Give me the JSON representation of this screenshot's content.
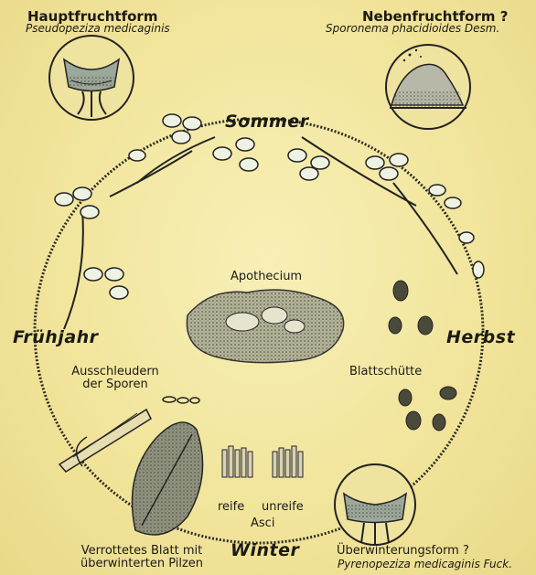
{
  "primary_form": {
    "title": "Hauptfruchtform",
    "species": "Pseudopeziza medicaginis"
  },
  "secondary_form": {
    "title": "Nebenfruchtform ?",
    "species": "Sporonema phacidioides Desm."
  },
  "seasons": {
    "summer": "Sommer",
    "spring": "Frühjahr",
    "autumn": "Herbst",
    "winter": "Winter"
  },
  "center": {
    "label": "Apothecium"
  },
  "spring_note": {
    "line1": "Ausschleudern",
    "line2": "der Sporen"
  },
  "autumn_note": {
    "label": "Blattschütte"
  },
  "asci": {
    "ripe": "reife",
    "unripe": "unreife",
    "label": "Asci"
  },
  "leaf_note": {
    "line1": "Verrottetes Blatt mit",
    "line2": "überwinterten Pilzen"
  },
  "winter_form": {
    "title": "Überwinterungsform ?",
    "species": "Pyrenopeziza medicaginis Fuck."
  },
  "colors": {
    "paper": "#f3e9a6",
    "ink": "#1b1a14"
  }
}
